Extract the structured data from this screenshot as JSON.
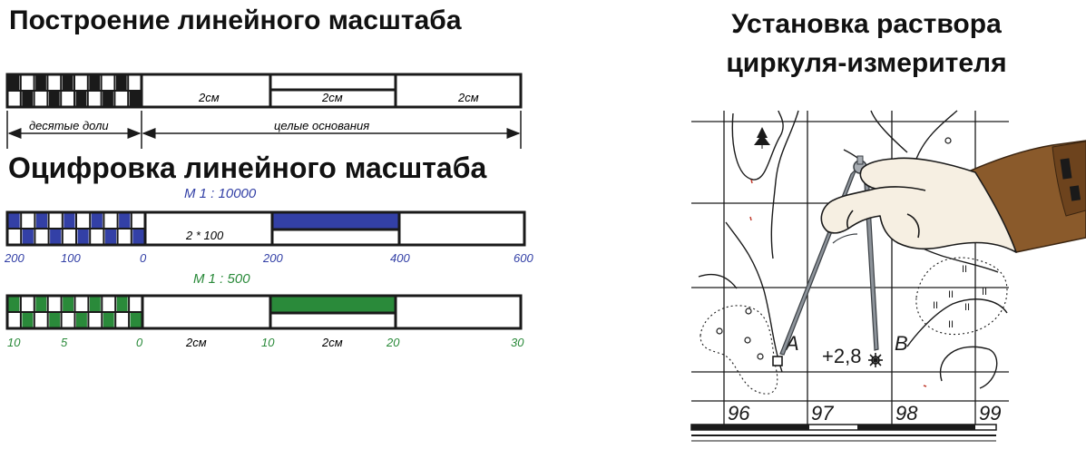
{
  "headings": {
    "build": "Построение линейного масштаба",
    "digitize": "Оцифровка линейного масштаба",
    "compass_line1": "Установка раствора",
    "compass_line2": "циркуля-измерителя"
  },
  "construction_scale": {
    "segment_labels": [
      "2см",
      "2см",
      "2см"
    ],
    "dimension_left": "десятые доли",
    "dimension_right": "целые основания"
  },
  "scale_10000": {
    "title": "М 1 : 10000",
    "segment_label": "2 * 100",
    "ticks": [
      "200",
      "100",
      "0",
      "200",
      "400",
      "600"
    ],
    "color": "#3340a6"
  },
  "scale_500": {
    "title": "М 1 : 500",
    "segment_labels": [
      "2см",
      "2см"
    ],
    "ticks": [
      "10",
      "5",
      "0",
      "10",
      "20",
      "30"
    ],
    "color": "#2a8a3a"
  },
  "map": {
    "point_a": "A",
    "point_b": "B",
    "offset_label": "+2,8",
    "grid_numbers": [
      "96",
      "97",
      "98",
      "99"
    ]
  },
  "colors": {
    "text": "#111111",
    "line": "#1a1a1a",
    "glove": "#f6efe2",
    "sleeve": "#8a5a2b",
    "compass": "#8d939a"
  }
}
